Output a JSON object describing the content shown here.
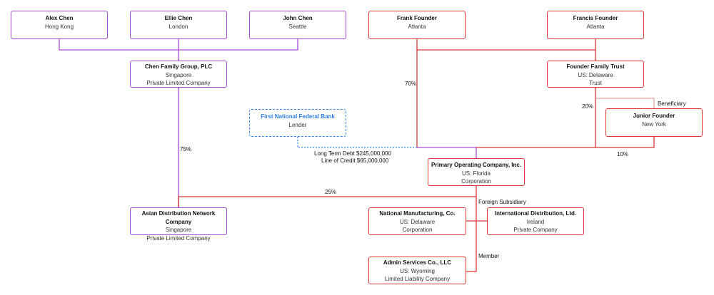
{
  "nodes": {
    "alex": {
      "name": "Alex Chen",
      "line1": "Hong Kong"
    },
    "ellie": {
      "name": "Ellie Chen",
      "line1": "London"
    },
    "john": {
      "name": "John Chen",
      "line1": "Seattle"
    },
    "frank": {
      "name": "Frank Founder",
      "line1": "Atlanta"
    },
    "francis": {
      "name": "Francis Founder",
      "line1": "Atlanta"
    },
    "chen_group": {
      "name": "Chen Family Group, PLC",
      "line1": "Singapore",
      "line2": "Private Limited Company"
    },
    "trust": {
      "name": "Founder Family Trust",
      "line1": "US: Delaware",
      "line2": "Trust"
    },
    "bank": {
      "name": "First National Federal Bank",
      "line1": "Lender"
    },
    "junior": {
      "name": "Junior Founder",
      "line1": "New York"
    },
    "primary": {
      "name": "Primary Operating Company, Inc.",
      "line1": "US: Florida",
      "line2": "Corporation"
    },
    "asian": {
      "name": "Asian Distribution Network Company",
      "line1": "Singapore",
      "line2": "Private Limited Company"
    },
    "national": {
      "name": "National Manufacturing, Co.",
      "line1": "US: Delaware",
      "line2": "Corporation"
    },
    "international": {
      "name": "International Distribution, Ltd.",
      "line1": "Ireland",
      "line2": "Private Company"
    },
    "admin": {
      "name": "Admin Services Co., LLC",
      "line1": "US: Wyoming",
      "line2": "Limited Liability Company"
    }
  },
  "labels": {
    "pct70": "70%",
    "pct20": "20%",
    "pct10": "10%",
    "pct75": "75%",
    "pct25": "25%",
    "beneficiary": "Beneficiary",
    "debt": "Long Term Debt $245,000,000",
    "credit": "Line of Credit $65,000,000",
    "foreign_sub": "Foreign Subsidiary",
    "member": "Member"
  },
  "colors": {
    "chen_family": "#a64bd6",
    "founder_family": "#d93636",
    "lender": "#3a86e8"
  }
}
